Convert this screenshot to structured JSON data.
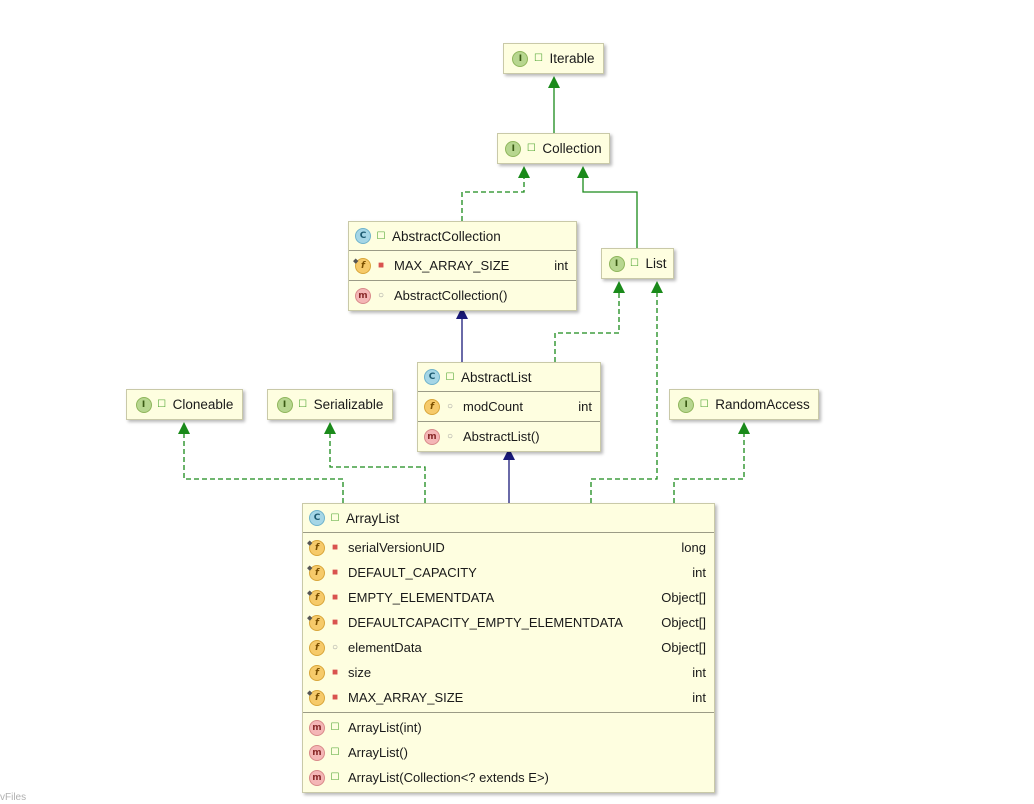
{
  "nodes": {
    "iterable": {
      "kind": "I",
      "title": "Iterable",
      "visibility": "public"
    },
    "collection": {
      "kind": "I",
      "title": "Collection",
      "visibility": "public"
    },
    "abstract_collection": {
      "kind": "C",
      "title": "AbstractCollection",
      "visibility": "public",
      "fields": [
        {
          "name": "MAX_ARRAY_SIZE",
          "type": "int",
          "visibility": "private",
          "static": true
        }
      ],
      "methods": [
        {
          "name": "AbstractCollection()",
          "visibility": "package"
        }
      ]
    },
    "list": {
      "kind": "I",
      "title": "List",
      "visibility": "public"
    },
    "abstract_list": {
      "kind": "C",
      "title": "AbstractList",
      "visibility": "public",
      "fields": [
        {
          "name": "modCount",
          "type": "int",
          "visibility": "package",
          "static": false
        }
      ],
      "methods": [
        {
          "name": "AbstractList()",
          "visibility": "package"
        }
      ]
    },
    "cloneable": {
      "kind": "I",
      "title": "Cloneable",
      "visibility": "public"
    },
    "serializable": {
      "kind": "I",
      "title": "Serializable",
      "visibility": "public"
    },
    "random_access": {
      "kind": "I",
      "title": "RandomAccess",
      "visibility": "public"
    },
    "array_list": {
      "kind": "C",
      "title": "ArrayList",
      "visibility": "public",
      "fields": [
        {
          "name": "serialVersionUID",
          "type": "long",
          "visibility": "private",
          "static": true
        },
        {
          "name": "DEFAULT_CAPACITY",
          "type": "int",
          "visibility": "private",
          "static": true
        },
        {
          "name": "EMPTY_ELEMENTDATA",
          "type": "Object[]",
          "visibility": "private",
          "static": true
        },
        {
          "name": "DEFAULTCAPACITY_EMPTY_ELEMENTDATA",
          "type": "Object[]",
          "visibility": "private",
          "static": true
        },
        {
          "name": "elementData",
          "type": "Object[]",
          "visibility": "package",
          "static": false
        },
        {
          "name": "size",
          "type": "int",
          "visibility": "private",
          "static": false
        },
        {
          "name": "MAX_ARRAY_SIZE",
          "type": "int",
          "visibility": "private",
          "static": true
        }
      ],
      "methods": [
        {
          "name": "ArrayList(int)",
          "visibility": "public"
        },
        {
          "name": "ArrayList()",
          "visibility": "public"
        },
        {
          "name": "ArrayList(Collection<? extends E>)",
          "visibility": "public"
        }
      ]
    }
  },
  "edges": [
    {
      "from": "collection",
      "to": "iterable",
      "relation": "extends"
    },
    {
      "from": "abstract_collection",
      "to": "collection",
      "relation": "implements"
    },
    {
      "from": "list",
      "to": "collection",
      "relation": "extends"
    },
    {
      "from": "abstract_list",
      "to": "abstract_collection",
      "relation": "extends"
    },
    {
      "from": "abstract_list",
      "to": "list",
      "relation": "implements"
    },
    {
      "from": "array_list",
      "to": "abstract_list",
      "relation": "extends"
    },
    {
      "from": "array_list",
      "to": "list",
      "relation": "implements"
    },
    {
      "from": "array_list",
      "to": "cloneable",
      "relation": "implements"
    },
    {
      "from": "array_list",
      "to": "serializable",
      "relation": "implements"
    },
    {
      "from": "array_list",
      "to": "random_access",
      "relation": "implements"
    }
  ],
  "colors": {
    "interface_inheritance": "#1a8a1a",
    "class_inheritance": "#1a1a7a",
    "node_fill": "#fefee0"
  },
  "footer_fragment": "vFiles"
}
